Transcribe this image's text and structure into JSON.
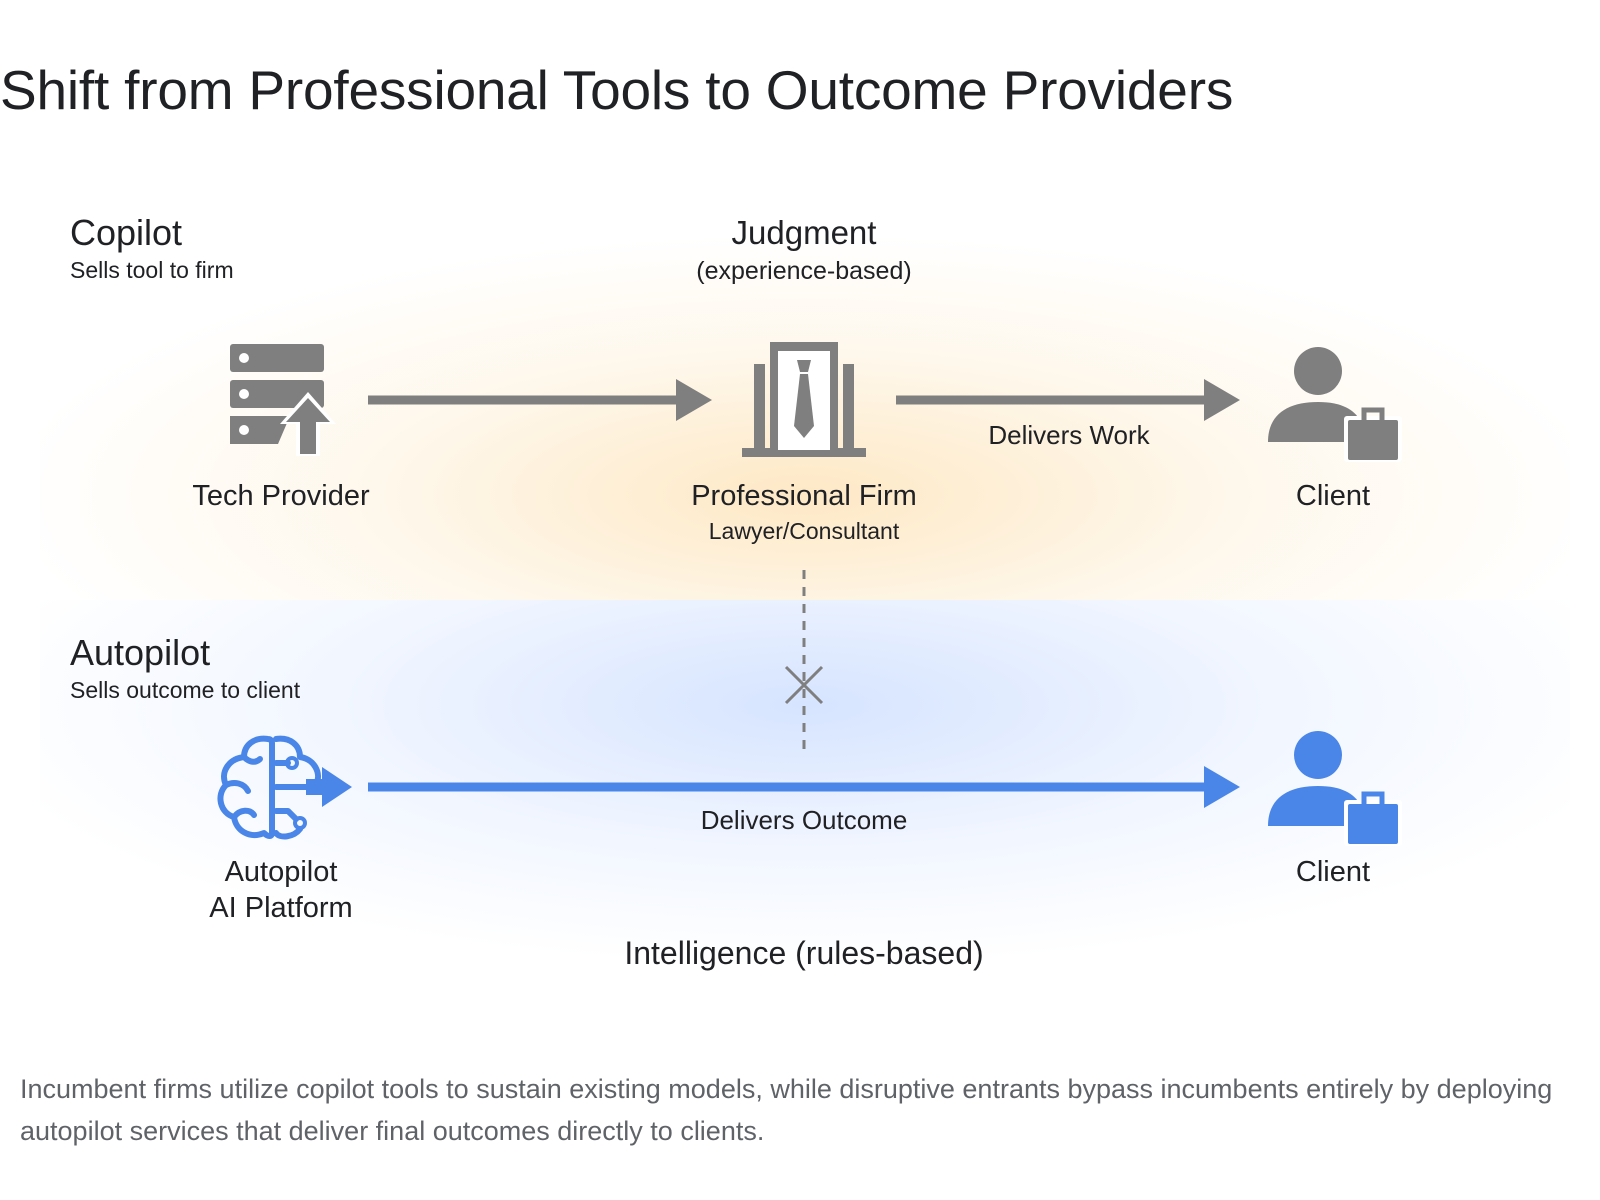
{
  "title": "Shift from Professional Tools to Outcome Providers",
  "copilot": {
    "heading": "Copilot",
    "subheading": "Sells tool to firm",
    "judgment_title": "Judgment",
    "judgment_sub": "(experience-based)",
    "tech_provider": "Tech Provider",
    "firm_title": "Professional Firm",
    "firm_sub": "Lawyer/Consultant",
    "delivers_label": "Delivers Work",
    "client": "Client"
  },
  "autopilot": {
    "heading": "Autopilot",
    "subheading": "Sells outcome to client",
    "platform_line1": "Autopilot",
    "platform_line2": "AI Platform",
    "delivers_label": "Delivers Outcome",
    "client": "Client",
    "intelligence": "Intelligence (rules-based)"
  },
  "caption": "Incumbent firms utilize copilot tools to sustain existing models, while disruptive entrants bypass incumbents entirely by deploying autopilot services that deliver final outcomes directly to clients.",
  "colors": {
    "gray": "#7f7f7f",
    "blue": "#4a86e8",
    "copilot_glow": "#fdd696",
    "autopilot_glow": "#b4ceff"
  },
  "icons": {
    "tech_provider": "server-upload-icon",
    "firm": "office-building-tie-icon",
    "client": "client-briefcase-icon",
    "platform": "ai-brain-icon",
    "blocked": "x-mark-icon"
  }
}
